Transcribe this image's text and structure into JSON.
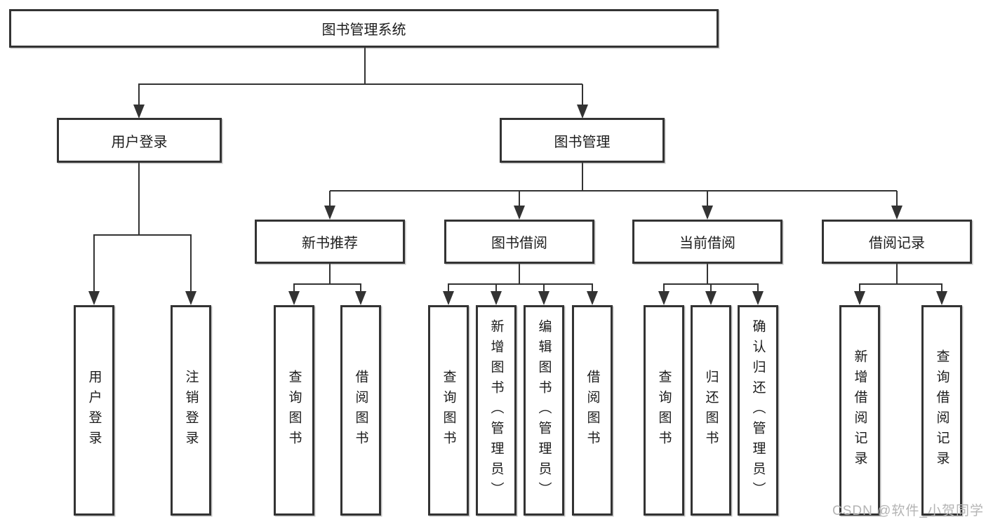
{
  "tree": {
    "label": "图书管理系统",
    "children": [
      {
        "label": "用户登录",
        "children": [
          {
            "label": "用户登录"
          },
          {
            "label": "注销登录"
          }
        ]
      },
      {
        "label": "图书管理",
        "children": [
          {
            "label": "新书推荐",
            "children": [
              {
                "label": "查询图书"
              },
              {
                "label": "借阅图书"
              }
            ]
          },
          {
            "label": "图书借阅",
            "children": [
              {
                "label": "查询图书"
              },
              {
                "label": "新增图书（管理员）"
              },
              {
                "label": "编辑图书（管理员）"
              },
              {
                "label": "借阅图书"
              }
            ]
          },
          {
            "label": "当前借阅",
            "children": [
              {
                "label": "查询图书"
              },
              {
                "label": "归还图书"
              },
              {
                "label": "确认归还（管理员）"
              }
            ]
          },
          {
            "label": "借阅记录",
            "children": [
              {
                "label": "新增借阅记录"
              },
              {
                "label": "查询借阅记录"
              }
            ]
          }
        ]
      }
    ]
  },
  "watermark": {
    "text": "CSDN @软件_小贺同学"
  },
  "colors": {
    "line": "#333333",
    "text": "#1c1c1c",
    "watermark": "#b4b4b4",
    "background": "#ffffff"
  }
}
